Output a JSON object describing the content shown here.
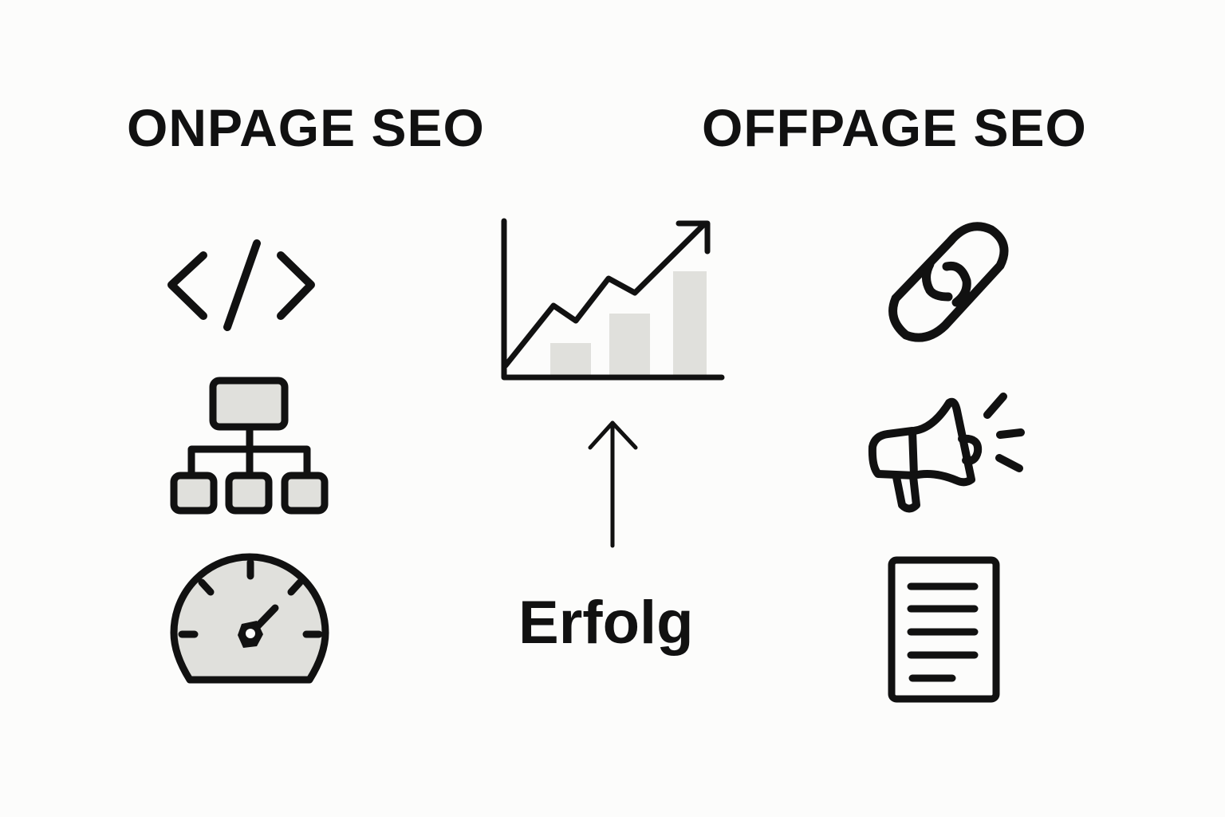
{
  "colors": {
    "background": "#fcfcfb",
    "stroke": "#111111",
    "fill_light": "#e0e0dc"
  },
  "columns": {
    "onpage": {
      "title": "ONPAGE SEO",
      "icons": [
        "code-icon",
        "sitemap-icon",
        "speedometer-icon"
      ]
    },
    "offpage": {
      "title": "OFFPAGE SEO",
      "icons": [
        "link-icon",
        "megaphone-icon",
        "document-icon"
      ]
    }
  },
  "center": {
    "chart_icon": "growth-chart-icon",
    "arrow_icon": "arrow-up-icon",
    "label": "Erfolg"
  }
}
